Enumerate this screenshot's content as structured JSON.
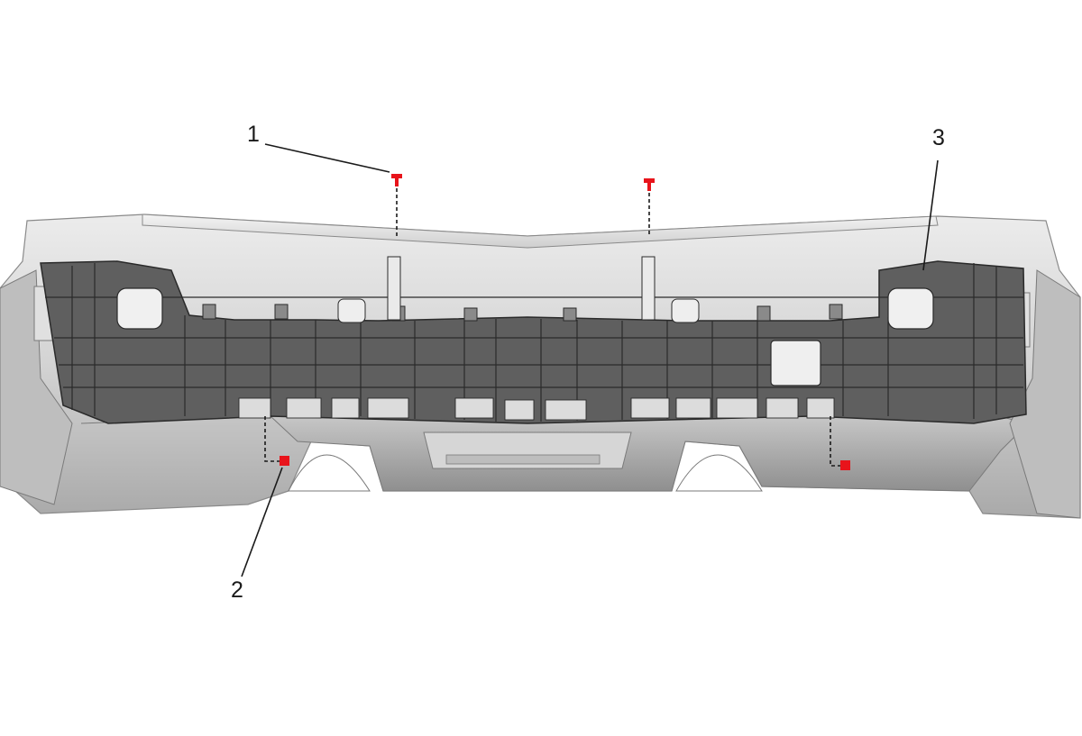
{
  "callouts": [
    {
      "id": "1",
      "label": "1"
    },
    {
      "id": "2",
      "label": "2"
    },
    {
      "id": "3",
      "label": "3"
    }
  ],
  "colors": {
    "fastener": "#e8141b",
    "fascia_light": "#d9d9d9",
    "fascia_mid": "#bdbdbd",
    "reinforcement": "#5e5e5e",
    "line": "#1a1a1a"
  },
  "icons": {
    "push_pin_fastener": "push-pin-icon",
    "square_fastener": "square-clip-icon"
  }
}
